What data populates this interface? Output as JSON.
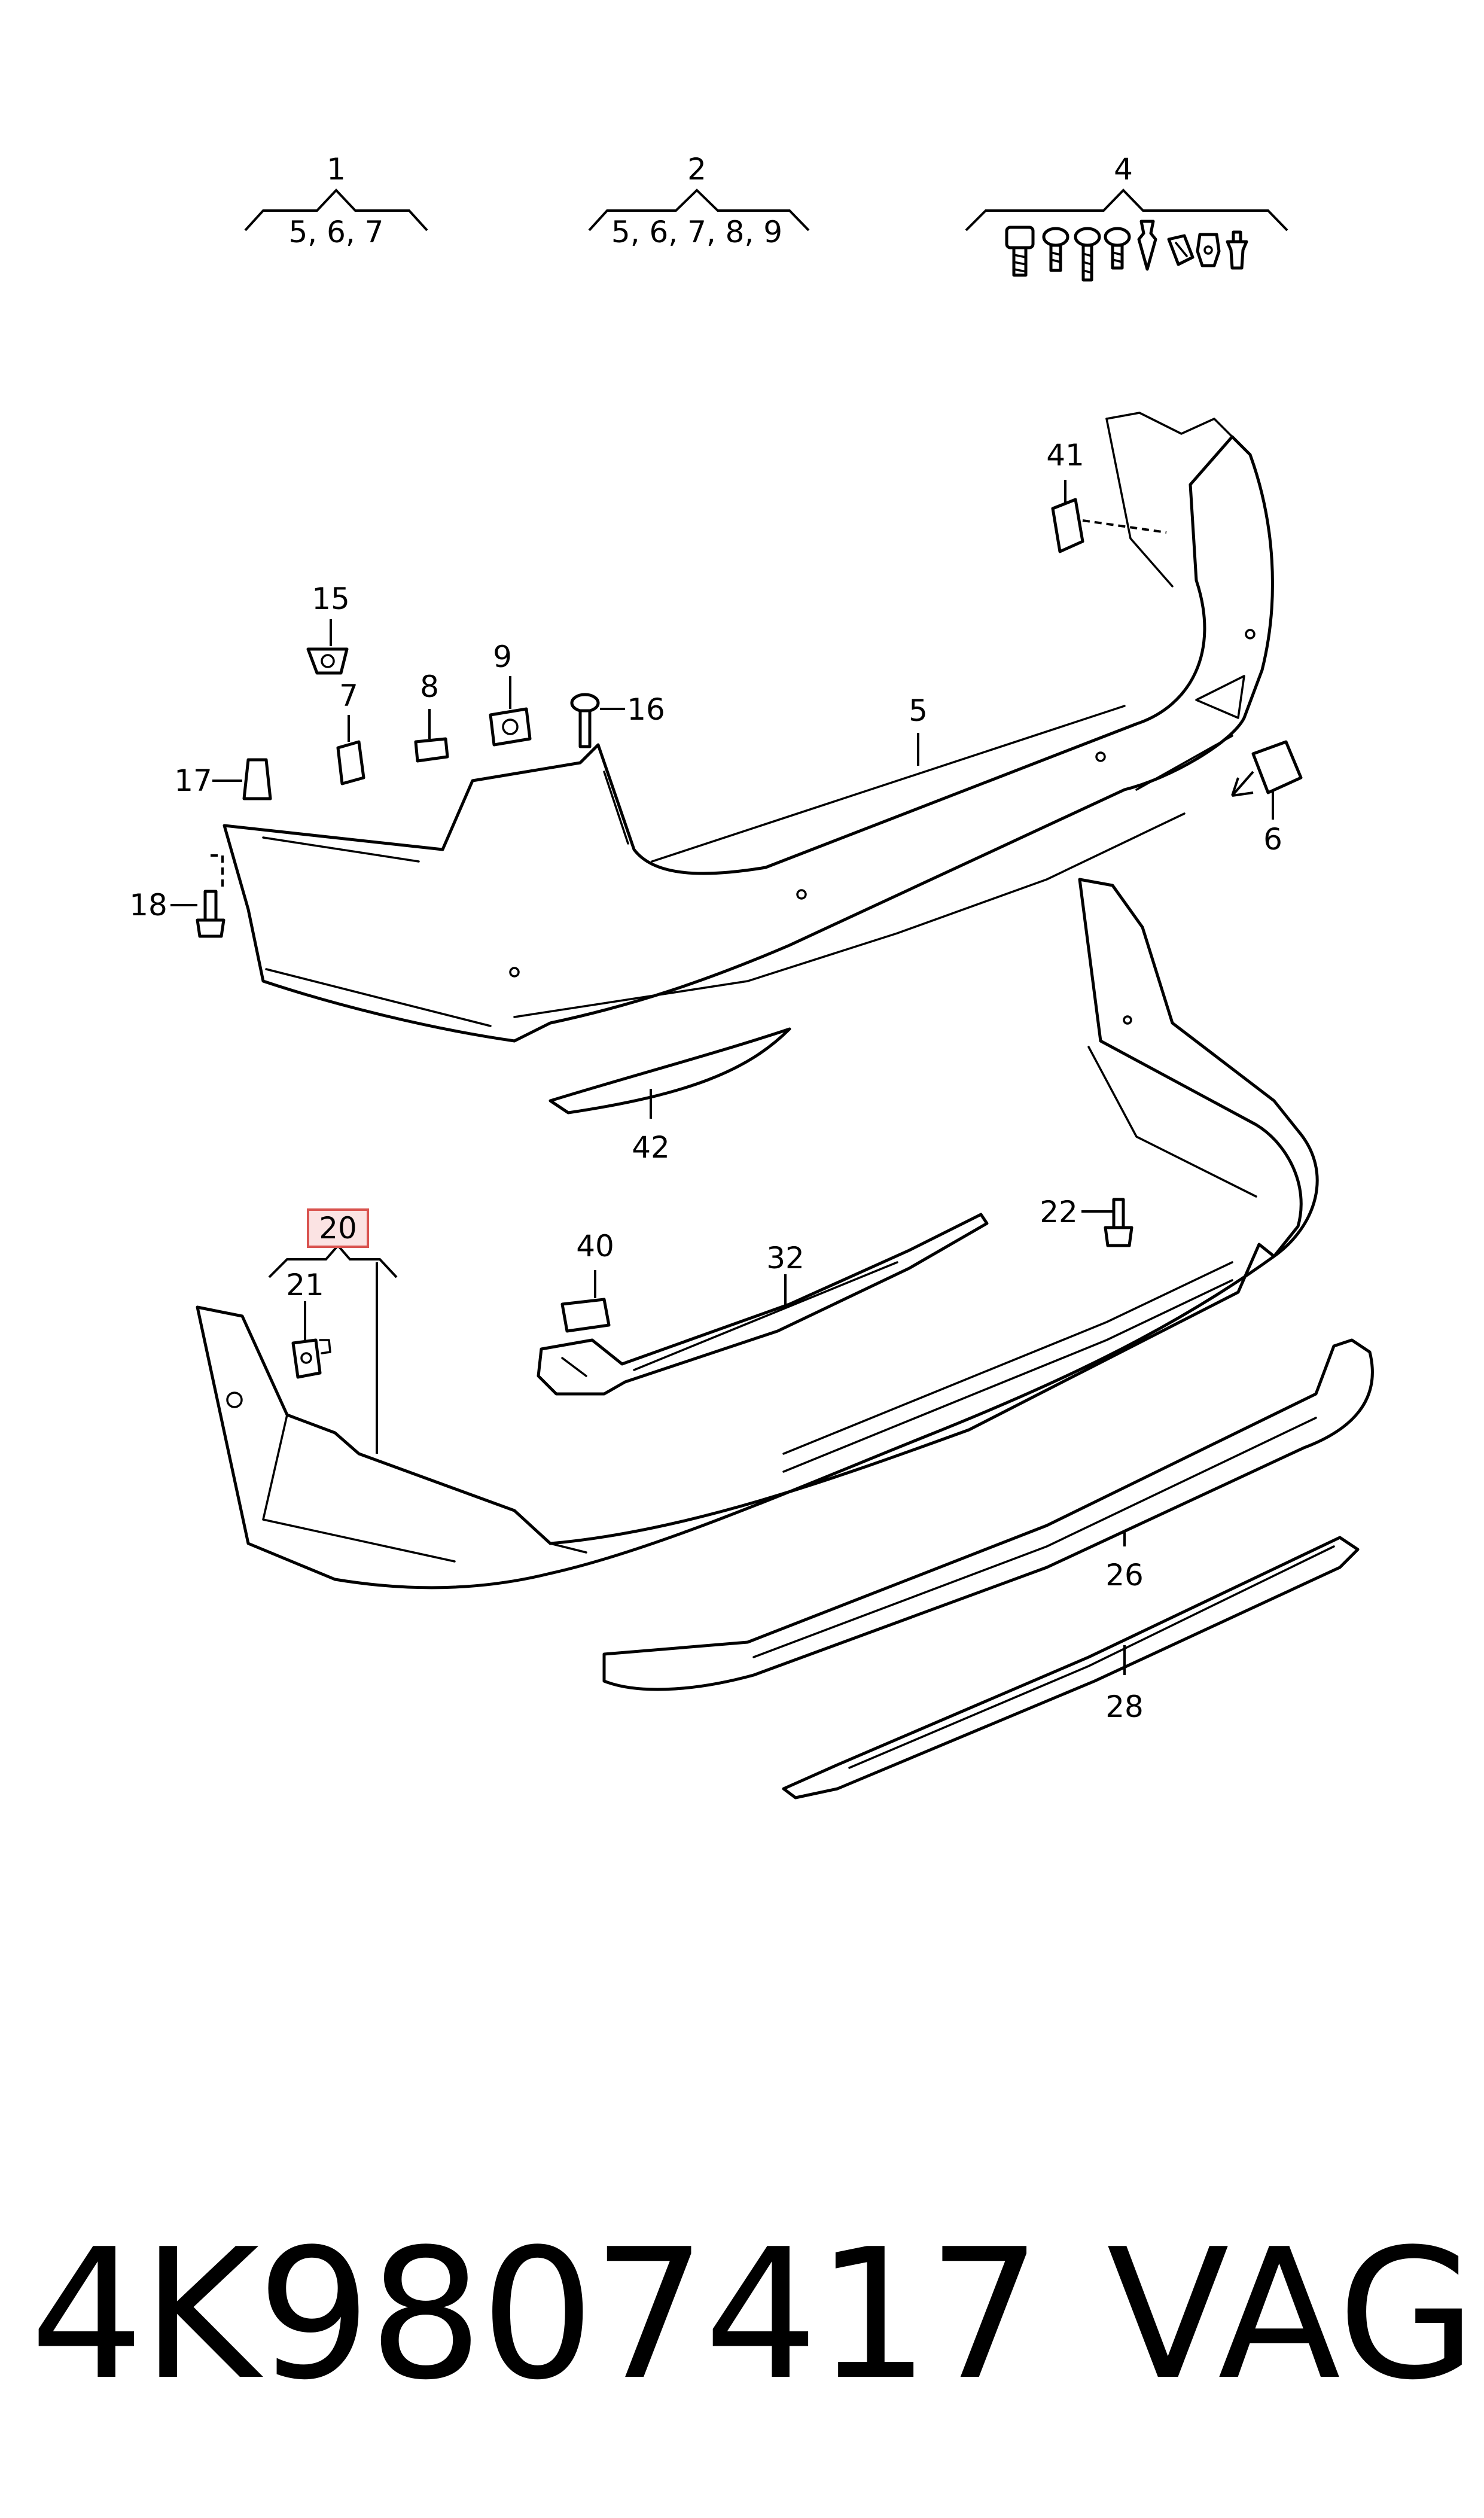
{
  "groups": [
    {
      "number": "1",
      "items": "5, 6, 7"
    },
    {
      "number": "2",
      "items": "5, 6, 7, 8, 9"
    },
    {
      "number": "4",
      "items": ""
    }
  ],
  "callouts": {
    "c5": "5",
    "c6": "6",
    "c7": "7",
    "c8": "8",
    "c9": "9",
    "c15": "15",
    "c16": "16",
    "c17": "17",
    "c18": "18",
    "c20": "20",
    "c21": "21",
    "c22": "22",
    "c26": "26",
    "c28": "28",
    "c32": "32",
    "c40": "40",
    "c41": "41",
    "c42": "42"
  },
  "highlighted_callout": "20",
  "colors": {
    "highlight_fill": "#fbe3e3",
    "highlight_border": "#d9534f",
    "line": "#000000"
  },
  "footer": {
    "part_number": "4K9807417",
    "brand": "VAG"
  }
}
